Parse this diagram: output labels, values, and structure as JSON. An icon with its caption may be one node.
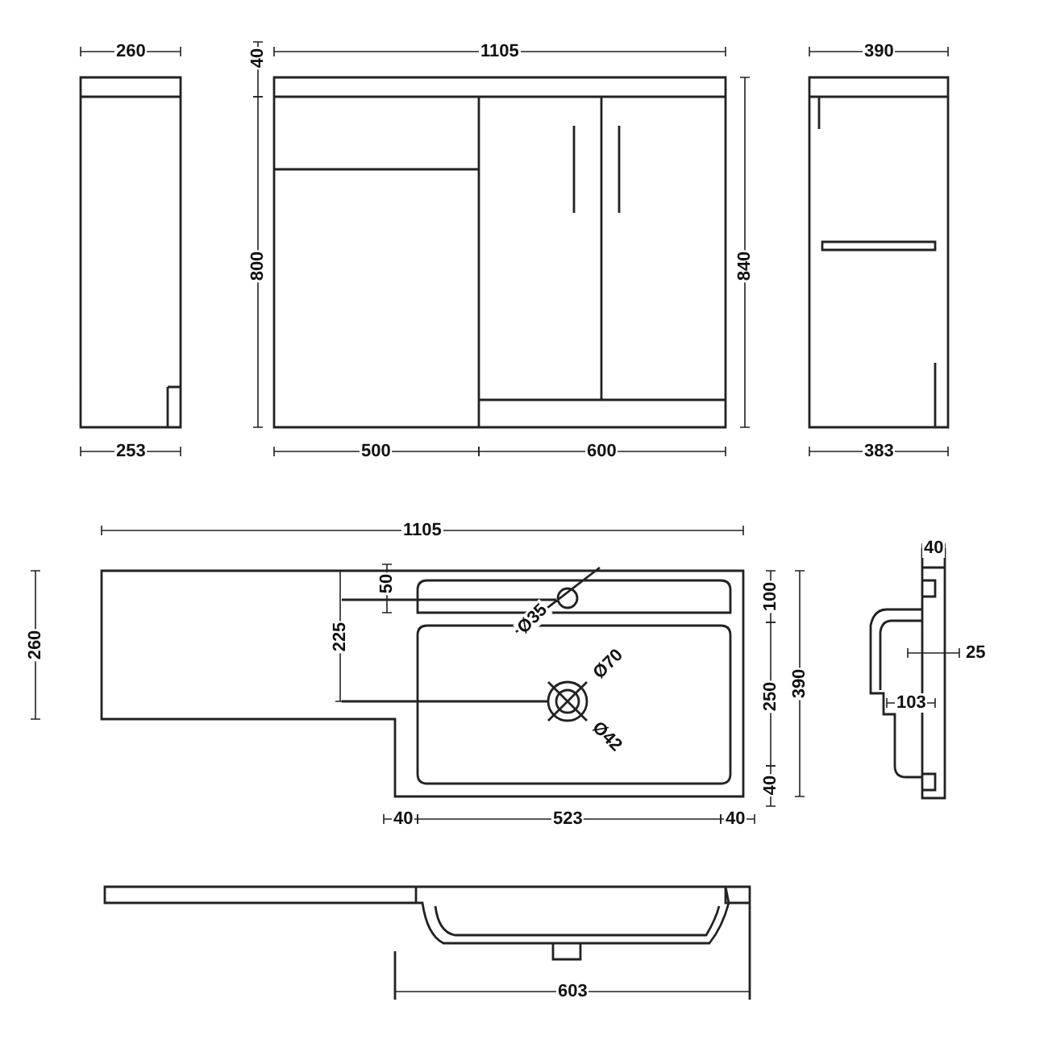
{
  "diagram": {
    "labels": [
      "260",
      "40",
      "1105",
      "390",
      "800",
      "840",
      "253",
      "500",
      "600",
      "383",
      "1105",
      "40",
      "50",
      "100",
      "260",
      "225",
      "Ø35",
      "25",
      "390",
      "Ø70",
      "250",
      "103",
      "Ø42",
      "40",
      "40",
      "523",
      "40",
      "603"
    ]
  }
}
